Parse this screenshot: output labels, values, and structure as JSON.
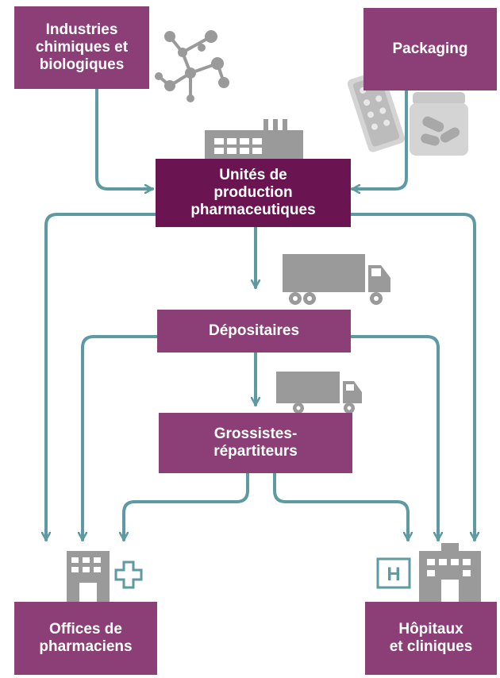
{
  "colors": {
    "node": "#8b3f76",
    "node_dark": "#6a1452",
    "arrow": "#5d9aa2",
    "icon_grey": "#9a9a9a",
    "icon_light": "#d4d4d4",
    "health_icon": "#5d9aa2"
  },
  "nodes": {
    "industries": "Industries\nchimiques et\nbiologiques",
    "packaging": "Packaging",
    "production": "Unités de\nproduction\npharmaceutiques",
    "depositaires": "Dépositaires",
    "grossistes": "Grossistes-\nrépartiteurs",
    "offices": "Offices de\npharmaciens",
    "hopitaux": "Hôpitaux\net cliniques"
  },
  "icons": {
    "molecule": "molecule-icon",
    "pills": "pill-pack-icon",
    "factory": "factory-icon",
    "truck": "truck-icon",
    "pharmacy": "pharmacy-icon",
    "hospital": "hospital-icon",
    "hospital_sign": "H"
  }
}
